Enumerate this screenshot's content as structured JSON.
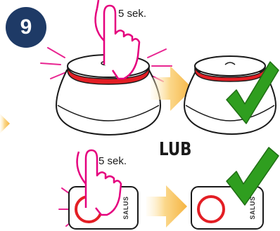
{
  "step": {
    "number": "9"
  },
  "press_time_label": "5 sek.",
  "alternative_label": "LUB",
  "brand": "SALUS",
  "icons": [
    "gateway-device-icon",
    "finger-press-icon",
    "arrow-right-icon",
    "check-mark-icon",
    "smart-plug-device-icon"
  ],
  "colors": {
    "badge": "#1e3a66",
    "led_red": "#e31e24",
    "hand": "#e5007e",
    "arrow": "#f7c46c",
    "check": "#2f9e1f"
  }
}
